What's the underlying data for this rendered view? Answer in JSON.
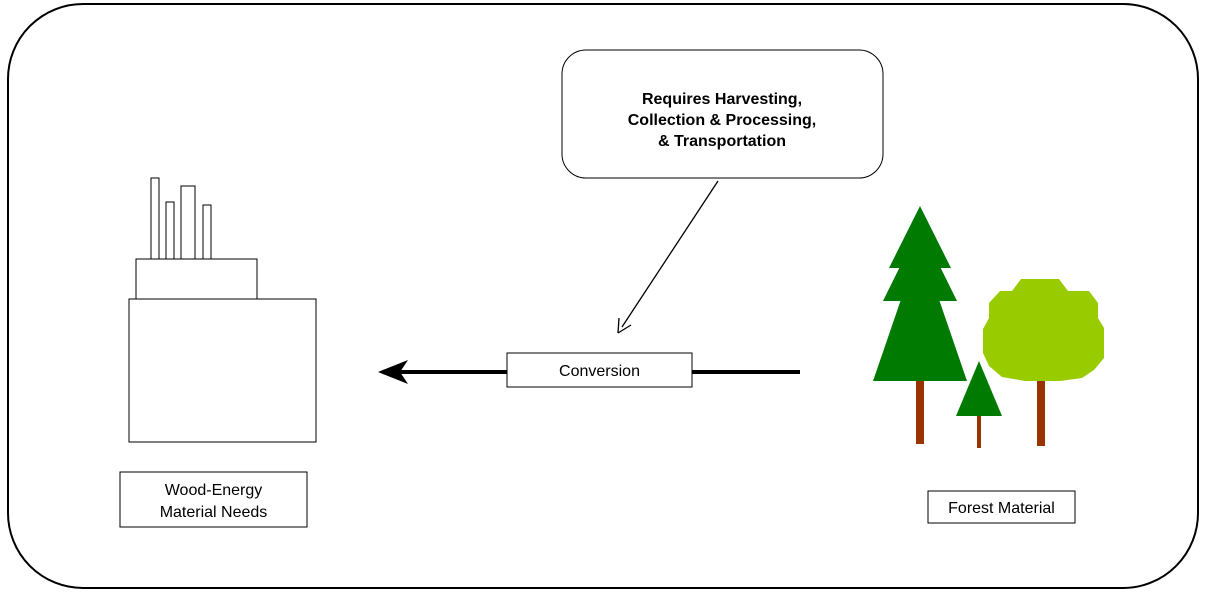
{
  "callout": {
    "lines": [
      "Requires Harvesting,",
      "Collection & Processing,",
      "& Transportation"
    ]
  },
  "conversion": {
    "label": "Conversion"
  },
  "wood_energy": {
    "lines": [
      "Wood-Energy",
      "Material Needs"
    ]
  },
  "forest": {
    "label": "Forest Material"
  },
  "colors": {
    "stroke": "#000000",
    "dark_tree": "#007a00",
    "light_tree": "#99cc00",
    "trunk": "#993300"
  }
}
